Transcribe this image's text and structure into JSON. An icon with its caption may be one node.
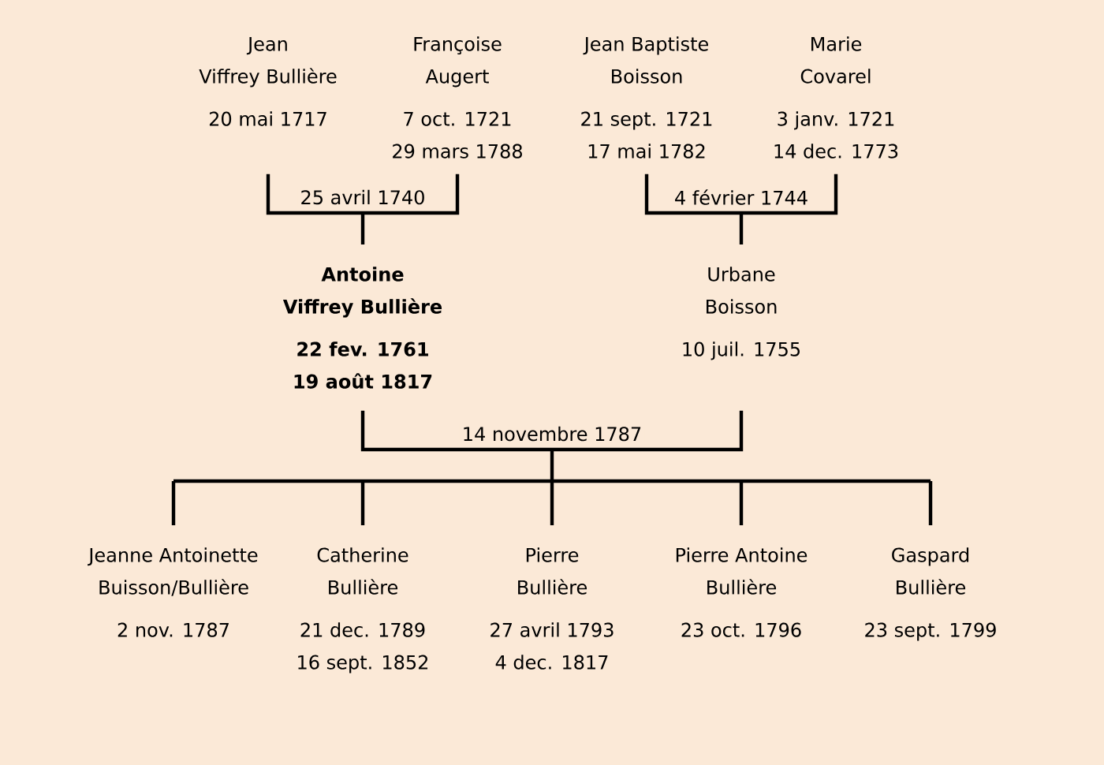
{
  "diagram": {
    "nodes": [
      {
        "text": [
          "Jean",
          "Viffrey Bullière",
          "20 mai 1717"
        ]
      },
      {
        "text": [
          "Françoise",
          "Augert",
          "7 oct. 1721",
          "29 mars 1788"
        ]
      },
      {
        "text": [
          "Jean Baptiste",
          "Boisson",
          "21 sept. 1721",
          "17 mai 1782"
        ]
      },
      {
        "text": [
          "Marie",
          "Covarel",
          "3 janv. 1721",
          "14 dec. 1773"
        ]
      },
      {
        "text": [
          "Antoine",
          "Viffrey Bullière",
          "22 fev. 1761",
          "19 août 1817"
        ]
      },
      {
        "text": [
          "Urbane",
          "Boisson",
          "10 juil. 1755"
        ]
      },
      {
        "text": [
          "Jeanne Antoinette",
          "Buisson/Bullière",
          "2 nov. 1787"
        ]
      },
      {
        "text": [
          "Catherine",
          "Bullière",
          "21 dec. 1789",
          "16 sept. 1852"
        ]
      },
      {
        "text": [
          "Pierre",
          "Bullière",
          "27 avril 1793",
          "4 dec. 1817"
        ]
      },
      {
        "text": [
          "Pierre Antoine",
          "Bullière",
          "23 oct. 1796"
        ]
      },
      {
        "text": [
          "Gaspard",
          "Bullière",
          "23 sept. 1799"
        ]
      }
    ],
    "edges": [
      {
        "from": 0,
        "to": 4,
        "arrow": "none",
        "label": "25 avril 1740"
      },
      {
        "from": 1,
        "to": 4,
        "arrow": "none"
      },
      {
        "from": 2,
        "to": 5,
        "arrow": "none",
        "label": "4 février 1744"
      },
      {
        "from": 3,
        "to": 5,
        "arrow": "none"
      },
      {
        "from": 4,
        "to": 6,
        "arrow": "none",
        "label": "14 novembre 1787"
      },
      {
        "from": 5,
        "to": 6,
        "arrow": "none"
      },
      {
        "from": 4,
        "to": 7,
        "arrow": "none"
      },
      {
        "from": 5,
        "to": 7,
        "arrow": "none"
      },
      {
        "from": 4,
        "to": 8,
        "arrow": "none"
      },
      {
        "from": 5,
        "to": 8,
        "arrow": "none"
      },
      {
        "from": 4,
        "to": 9,
        "arrow": "none"
      },
      {
        "from": 5,
        "to": 9,
        "arrow": "none"
      },
      {
        "from": 4,
        "to": 10,
        "arrow": "none"
      },
      {
        "from": 5,
        "to": 10,
        "arrow": "none"
      }
    ]
  }
}
